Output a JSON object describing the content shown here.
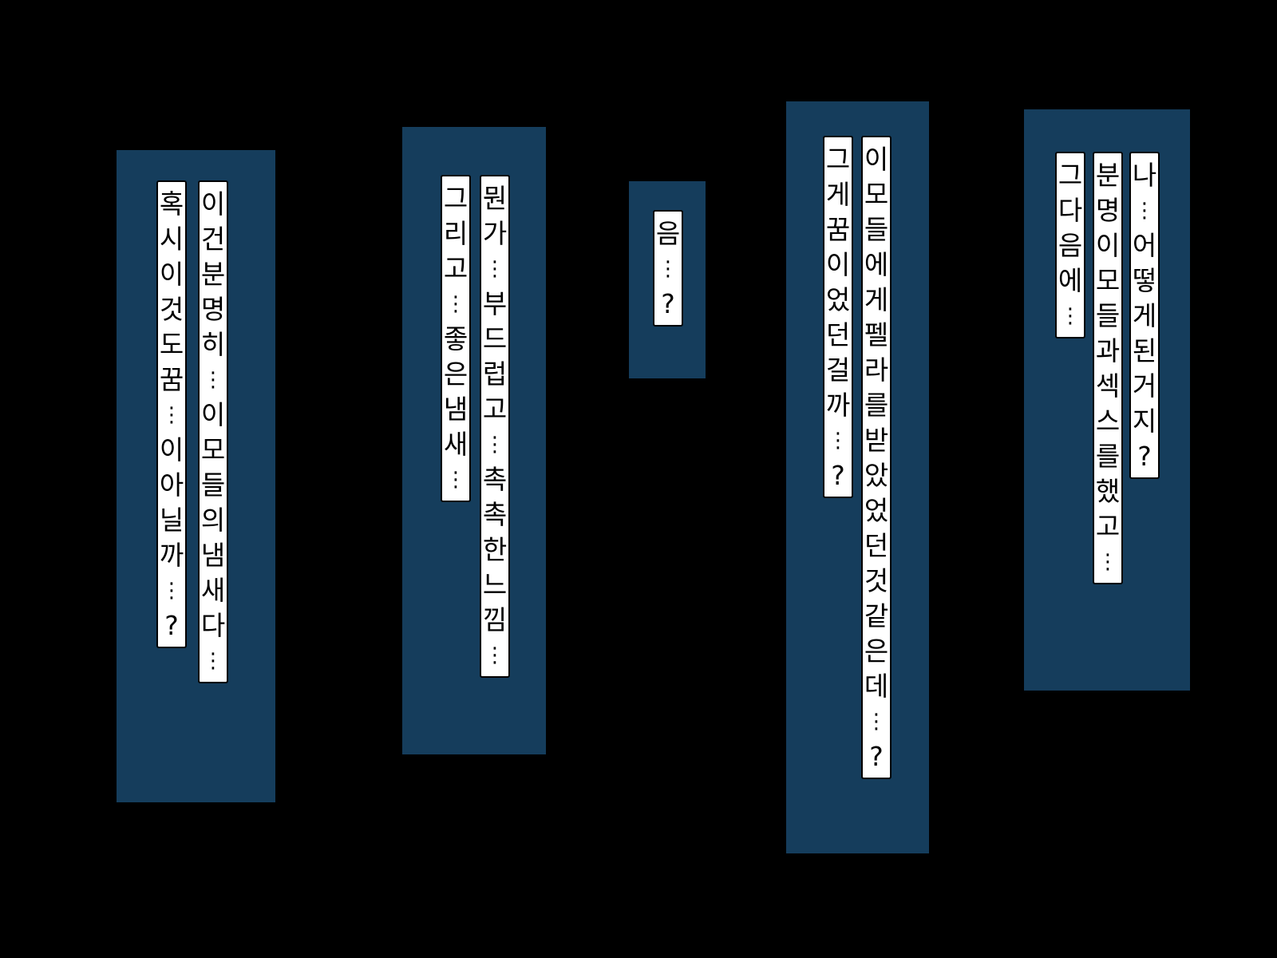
{
  "colors": {
    "background": "#000000",
    "panel": "#153d5c",
    "text_box": "#ffffff",
    "text": "#000000"
  },
  "panels": [
    {
      "columns": [
        {
          "text": "이건분명히…이모들의냄새다…"
        },
        {
          "text": "혹시이것도꿈…이아닐까…?"
        }
      ]
    },
    {
      "columns": [
        {
          "text": "뭔가…부드럽고…촉촉한느낌…"
        },
        {
          "text": "그리고…좋은냄새…"
        }
      ]
    },
    {
      "columns": [
        {
          "text": "음…?"
        }
      ]
    },
    {
      "columns": [
        {
          "text": "이모들에게펠라를받았었던것같은데…?"
        },
        {
          "text": "그게꿈이었던걸까…?"
        }
      ]
    },
    {
      "columns": [
        {
          "text": "나…어떻게된거지?"
        },
        {
          "text": "분명이모들과섹스를했고…"
        },
        {
          "text": "그다음에…"
        }
      ]
    }
  ]
}
